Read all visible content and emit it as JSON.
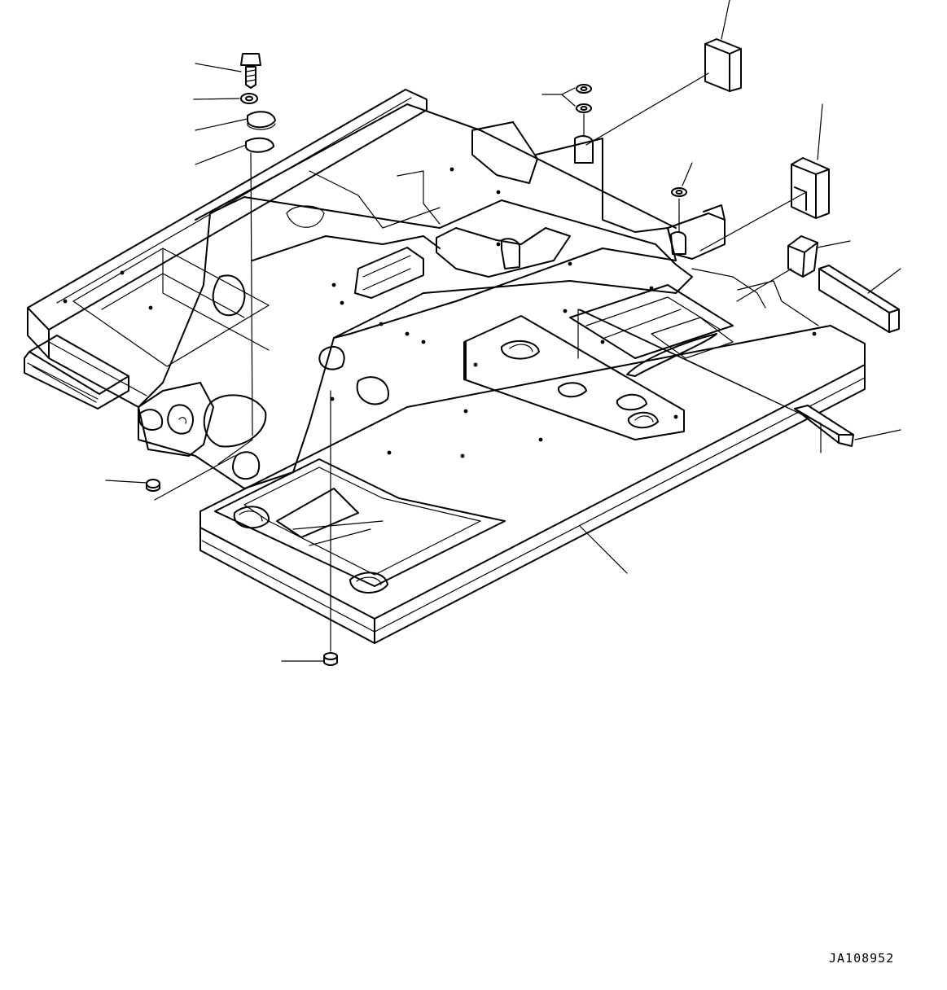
{
  "drawing_id": "JA108952",
  "colors": {
    "background": "#ffffff",
    "line": "#000000"
  },
  "parts": [
    {
      "name": "bolt"
    },
    {
      "name": "washer"
    },
    {
      "name": "shim-plate"
    },
    {
      "name": "shim-plate-2"
    },
    {
      "name": "nut-cap"
    },
    {
      "name": "nut"
    },
    {
      "name": "spacer-washers"
    },
    {
      "name": "washer-right"
    },
    {
      "name": "rubber-block-top"
    },
    {
      "name": "rubber-block-right"
    },
    {
      "name": "wedge-block"
    },
    {
      "name": "bar-plate"
    },
    {
      "name": "angle-channel"
    },
    {
      "name": "revolving-frame"
    }
  ]
}
